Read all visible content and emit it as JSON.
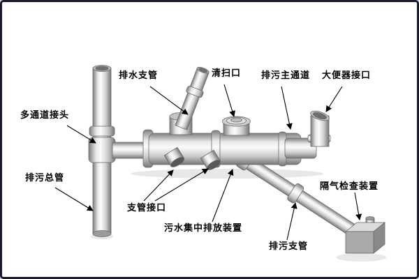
{
  "figure": {
    "kind": "drainage-piping-diagram",
    "frame_color": "#1a1a2e",
    "background": "#ffffff",
    "pipe_color_light": "#fbfbfb",
    "pipe_color_dark": "#767676",
    "label_color": "#000000",
    "labels": {
      "drain_branch": "排水支管",
      "cleanout": "清扫口",
      "main_channel": "排污主通道",
      "toilet_port": "大便器接口",
      "multi_connector": "多通道接头",
      "soil_stack": "排污总管",
      "branch_port": "支管接口",
      "discharge_device": "污水集中排放装置",
      "sewage_branch": "排污支管",
      "trap_device": "隔气检查装置"
    }
  }
}
